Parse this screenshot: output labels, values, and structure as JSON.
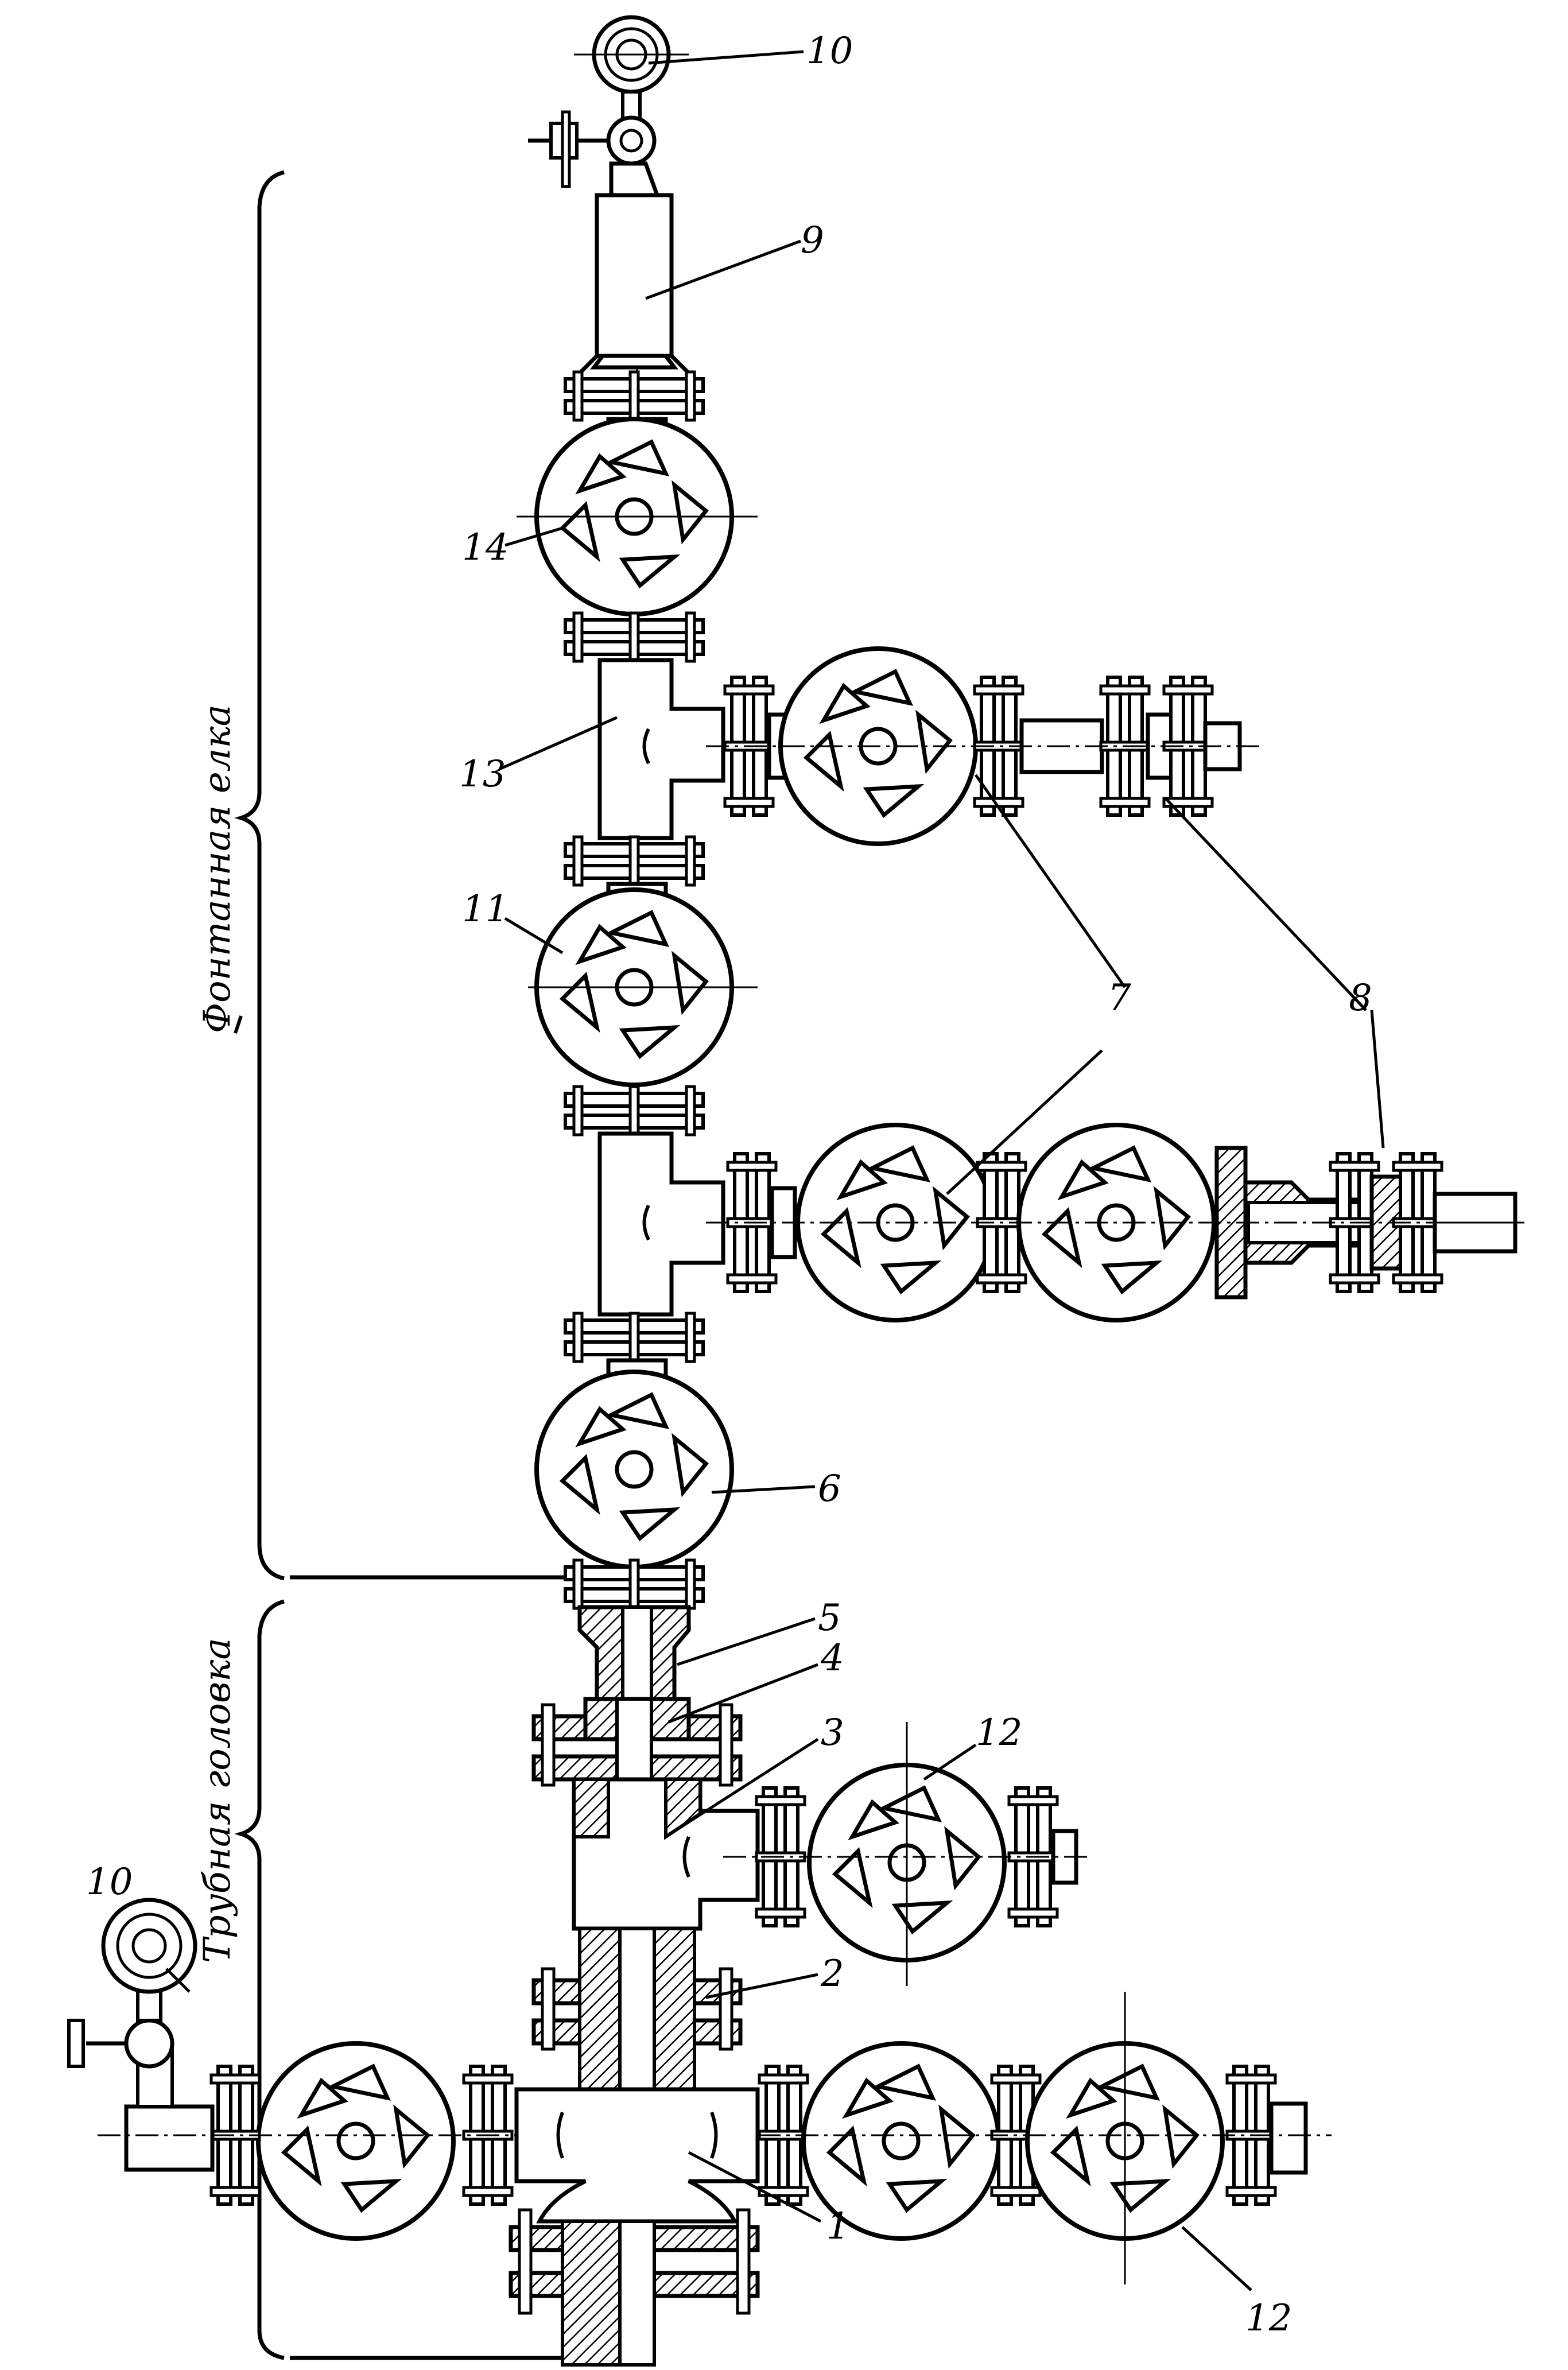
{
  "drawing": {
    "side_labels": {
      "tree": "Фонтанная елка",
      "head": "Трубная головка"
    },
    "callouts": {
      "c1": "1",
      "c2": "2",
      "c3": "3",
      "c4": "4",
      "c5": "5",
      "c6": "6",
      "c7": "7",
      "c8": "8",
      "c9": "9",
      "c10_top": "10",
      "c10_left": "10",
      "c11": "11",
      "c12_upper": "12",
      "c12_lower": "12",
      "c13": "13",
      "c14": "14"
    }
  }
}
